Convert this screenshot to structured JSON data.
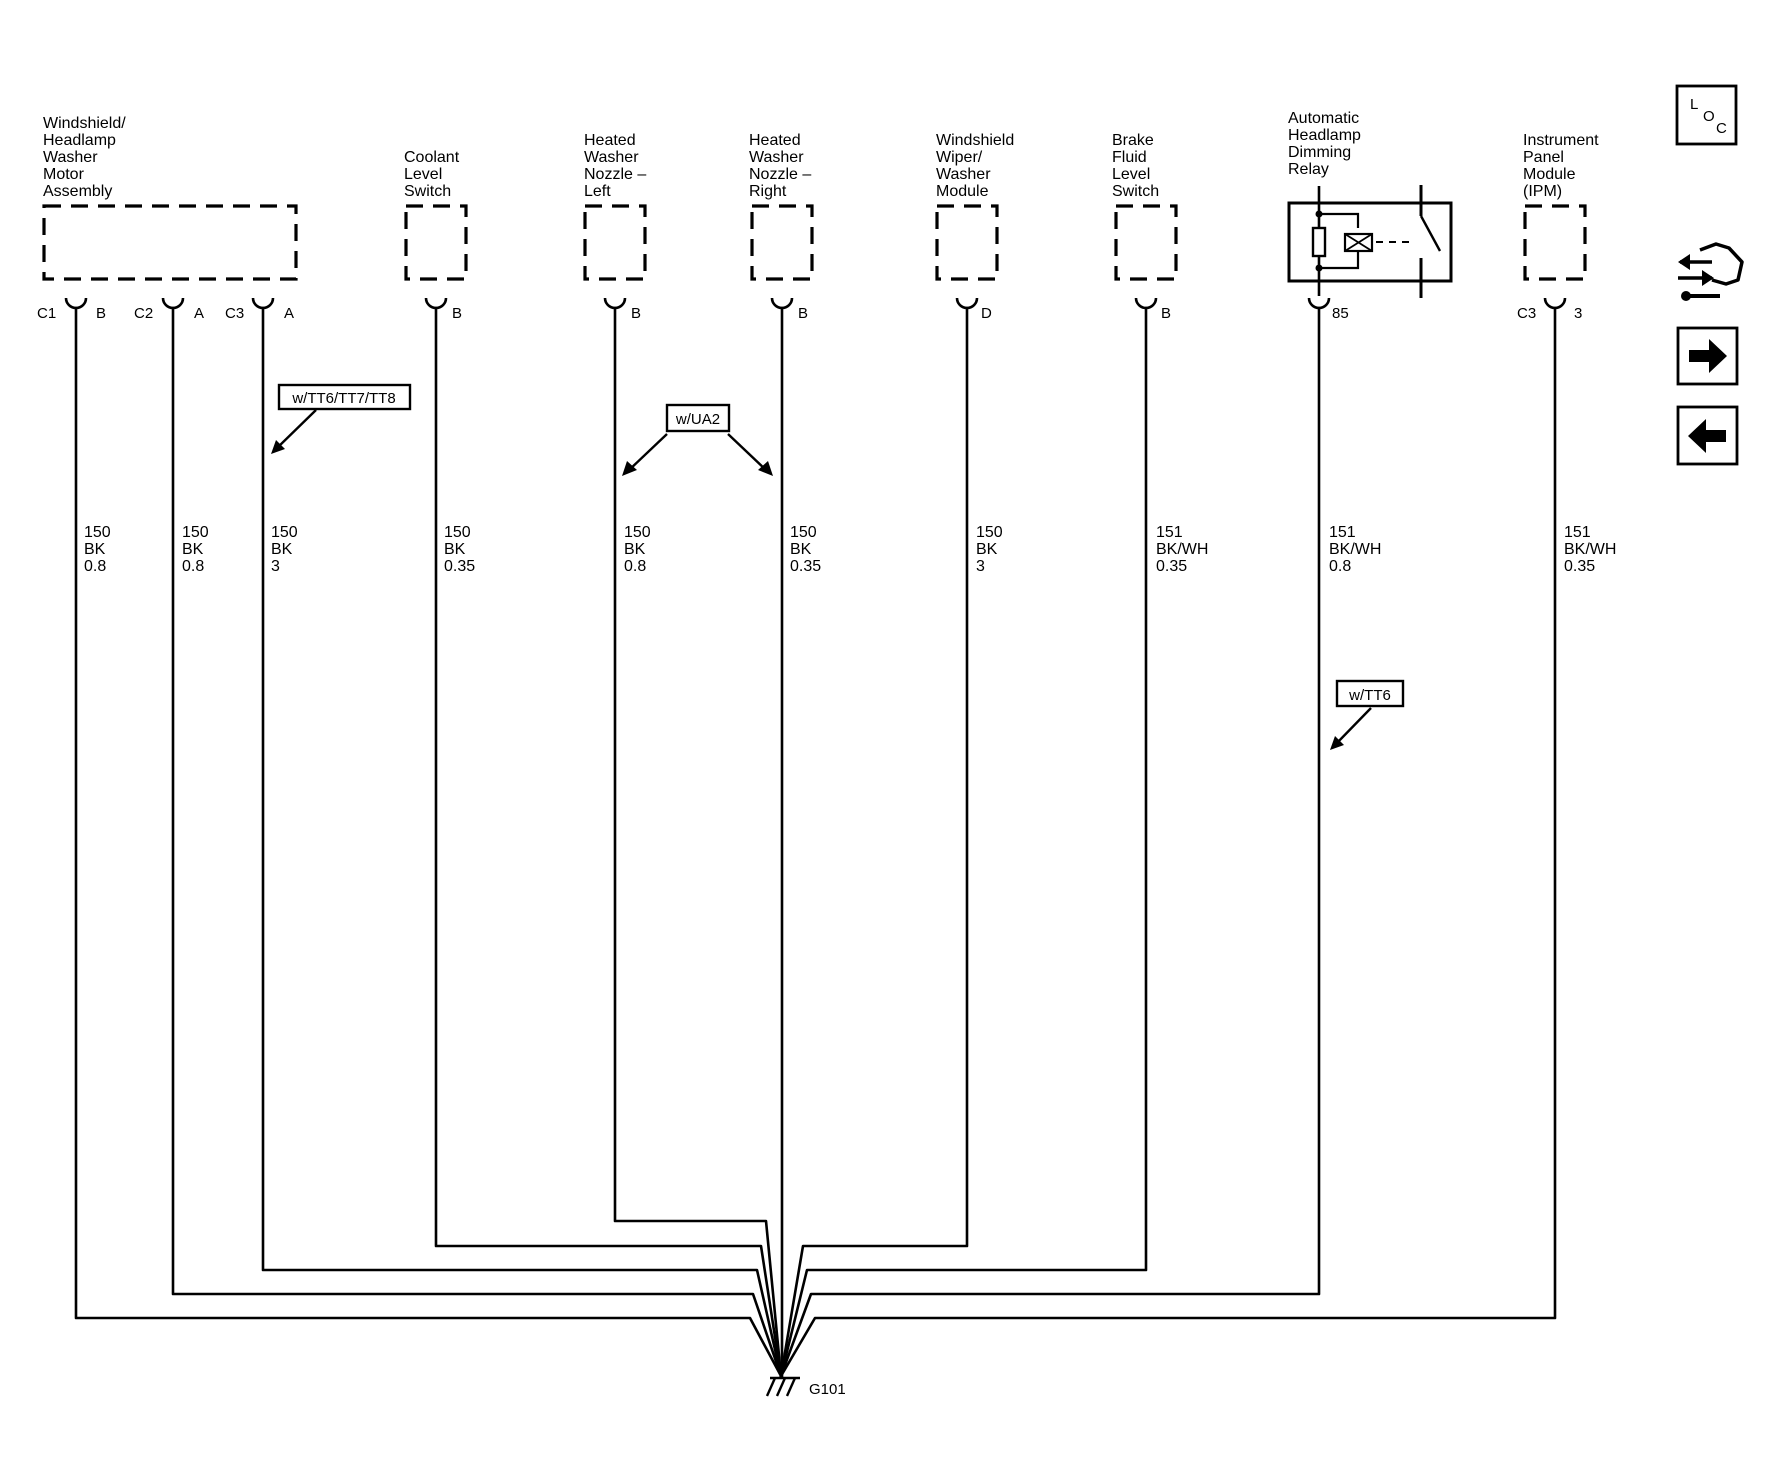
{
  "components": [
    {
      "id": "washer_motor",
      "lines": [
        "Windshield/",
        "Headlamp",
        "Washer",
        "Motor",
        "Assembly"
      ]
    },
    {
      "id": "coolant",
      "lines": [
        "Coolant",
        "Level",
        "Switch"
      ]
    },
    {
      "id": "nozzle_left",
      "lines": [
        "Heated",
        "Washer",
        "Nozzle –",
        "Left"
      ]
    },
    {
      "id": "nozzle_right",
      "lines": [
        "Heated",
        "Washer",
        "Nozzle –",
        "Right"
      ]
    },
    {
      "id": "wiper_module",
      "lines": [
        "Windshield",
        "Wiper/",
        "Washer",
        "Module"
      ]
    },
    {
      "id": "brake_fluid",
      "lines": [
        "Brake",
        "Fluid",
        "Level",
        "Switch"
      ]
    },
    {
      "id": "relay",
      "lines": [
        "Automatic",
        "Headlamp",
        "Dimming",
        "Relay"
      ]
    },
    {
      "id": "ipm",
      "lines": [
        "Instrument",
        "Panel",
        "Module",
        "(IPM)"
      ]
    }
  ],
  "connectors": [
    {
      "connector": "C1",
      "pin": "B"
    },
    {
      "connector": "C2",
      "pin": "A"
    },
    {
      "connector": "C3",
      "pin": "A"
    },
    {
      "connector": "",
      "pin": "B"
    },
    {
      "connector": "",
      "pin": "B"
    },
    {
      "connector": "",
      "pin": "B"
    },
    {
      "connector": "",
      "pin": "D"
    },
    {
      "connector": "",
      "pin": "B"
    },
    {
      "connector": "",
      "pin": "85"
    },
    {
      "connector": "C3",
      "pin": "3"
    }
  ],
  "wires": [
    {
      "circuit": "150",
      "color": "BK",
      "size": "0.8"
    },
    {
      "circuit": "150",
      "color": "BK",
      "size": "0.8"
    },
    {
      "circuit": "150",
      "color": "BK",
      "size": "3"
    },
    {
      "circuit": "150",
      "color": "BK",
      "size": "0.35"
    },
    {
      "circuit": "150",
      "color": "BK",
      "size": "0.8"
    },
    {
      "circuit": "150",
      "color": "BK",
      "size": "0.35"
    },
    {
      "circuit": "150",
      "color": "BK",
      "size": "3"
    },
    {
      "circuit": "151",
      "color": "BK/WH",
      "size": "0.35"
    },
    {
      "circuit": "151",
      "color": "BK/WH",
      "size": "0.8"
    },
    {
      "circuit": "151",
      "color": "BK/WH",
      "size": "0.35"
    }
  ],
  "options": [
    {
      "text": "w/TT6/TT7/TT8"
    },
    {
      "text": "w/UA2"
    },
    {
      "text": "w/TT6"
    }
  ],
  "ground": {
    "label": "G101"
  },
  "nav": {
    "loc_icon": "loc-icon",
    "loc_letters": [
      "L",
      "O",
      "C"
    ],
    "component_icon": "connector-plug-icon",
    "next_icon": "arrow-right-icon",
    "prev_icon": "arrow-left-icon"
  }
}
